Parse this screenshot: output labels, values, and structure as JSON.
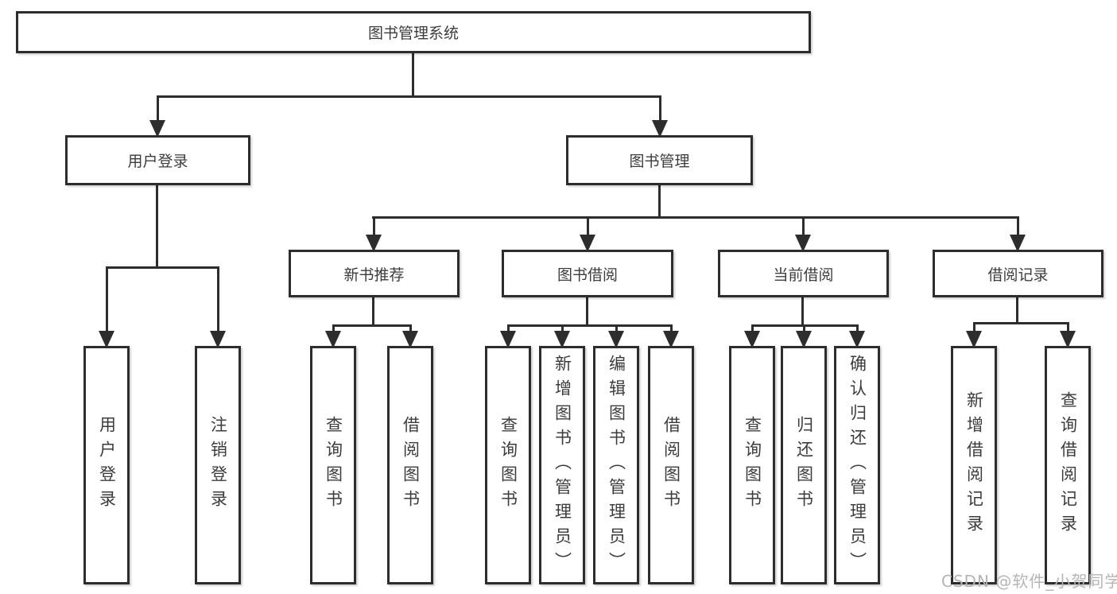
{
  "page": {
    "background": "#ffffff"
  },
  "colors": {
    "line": "#2d2d2d",
    "box_border": "#2d2d2d",
    "box_background": "#ffffff",
    "text": "#3c3c3c",
    "watermark": "#b5b5b5"
  },
  "watermark": {
    "text": "CSDN @软件_小贺同学"
  },
  "diagram": {
    "type": "tree",
    "root": {
      "label": "图书管理系统"
    },
    "branches": [
      {
        "label": "用户登录",
        "leaves": [
          "用户登录",
          "注销登录"
        ]
      },
      {
        "label": "图书管理",
        "children": [
          {
            "label": "新书推荐",
            "leaves": [
              "查询图书",
              "借阅图书"
            ]
          },
          {
            "label": "图书借阅",
            "leaves": [
              "查询图书",
              "新增图书（管理员）",
              "编辑图书（管理员）",
              "借阅图书"
            ]
          },
          {
            "label": "当前借阅",
            "leaves": [
              "查询图书",
              "归还图书",
              "确认归还（管理员）"
            ]
          },
          {
            "label": "借阅记录",
            "leaves": [
              "新增借阅记录",
              "查询借阅记录"
            ]
          }
        ]
      }
    ]
  }
}
